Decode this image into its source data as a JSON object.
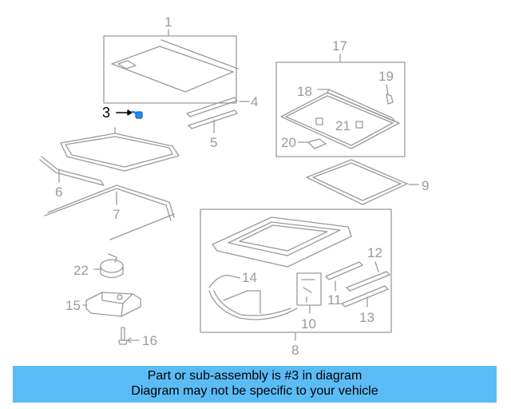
{
  "labels": {
    "p1": "1",
    "p3": "3",
    "p4": "4",
    "p5": "5",
    "p6": "6",
    "p7": "7",
    "p8": "8",
    "p9": "9",
    "p10": "10",
    "p11": "11",
    "p12": "12",
    "p13": "13",
    "p14": "14",
    "p15": "15",
    "p16": "16",
    "p17": "17",
    "p18": "18",
    "p19": "19",
    "p20": "20",
    "p21": "21",
    "p22": "22"
  },
  "banner": {
    "line1": "Part or sub-assembly is #3 in diagram",
    "line2": "Diagram may not be specific to your vehicle"
  },
  "colors": {
    "banner_bg": "#5bbcf5",
    "highlight_part": "#1e90ff",
    "line_gray": "#999999"
  }
}
